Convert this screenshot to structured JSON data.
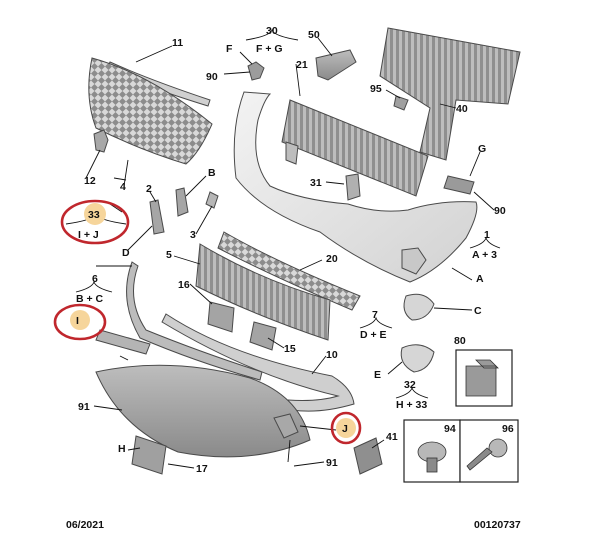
{
  "callouts": {
    "n1": "1",
    "n2": "2",
    "n3": "3",
    "n4": "4",
    "n5": "5",
    "n6": "6",
    "n7": "7",
    "n10": "10",
    "n11": "11",
    "n12": "12",
    "n15": "15",
    "n16": "16",
    "n17": "17",
    "n20": "20",
    "n21": "21",
    "n30": "30",
    "n31": "31",
    "n32": "32",
    "n33": "33",
    "n40": "40",
    "n41": "41",
    "n50": "50",
    "n80": "80",
    "n90a": "90",
    "n90b": "90",
    "n91a": "91",
    "n91b": "91",
    "n94": "94",
    "n95": "95",
    "n96": "96",
    "lA": "A",
    "lB": "B",
    "lC": "C",
    "lD": "D",
    "lE": "E",
    "lF": "F",
    "lG": "G",
    "lH": "H",
    "lI": "I",
    "lJ": "J"
  },
  "groups": {
    "g30": "F + G",
    "g33": "I + J",
    "g1": "A + 3",
    "g6": "B + C",
    "g7": "D + E",
    "g32": "H + 33"
  },
  "footer": {
    "date": "06/2021",
    "ref": "00120737"
  },
  "colors": {
    "highlight": "#f6d59b",
    "circle": "#c0272d",
    "bumper": "#e9e9e9",
    "frame": "#9e9e9e"
  }
}
